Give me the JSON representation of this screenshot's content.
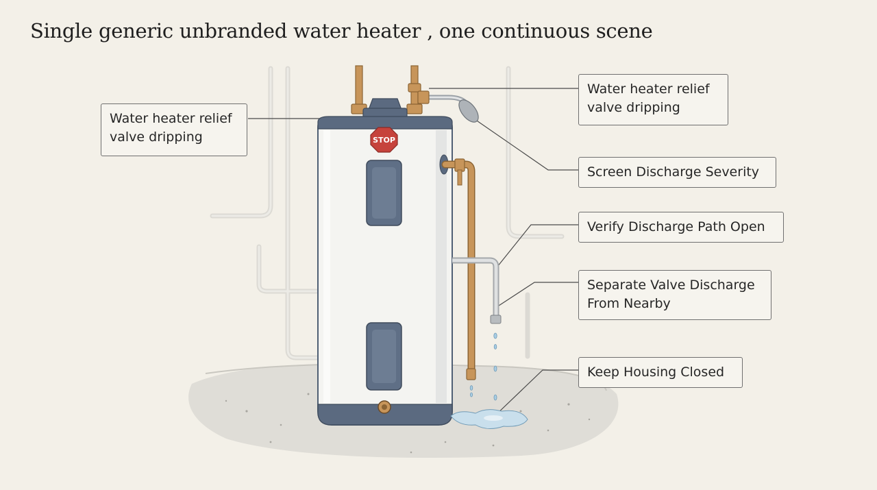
{
  "title": "Single generic unbranded water heater , one continuous scene",
  "heater": {
    "stop_sign": "STOP"
  },
  "callouts": [
    {
      "lines": [
        "Water heater relief",
        "valve dripping"
      ]
    },
    {
      "lines": [
        "Water heater relief",
        "valve dripping"
      ]
    },
    {
      "lines": [
        "Screen Discharge Severity"
      ]
    },
    {
      "lines": [
        "Verify Discharge Path Open"
      ]
    },
    {
      "lines": [
        "Separate Valve Discharge",
        "From Nearby"
      ]
    },
    {
      "lines": [
        "Keep Housing Closed"
      ]
    }
  ],
  "colors": {
    "background": "#f3f0e8",
    "tank_body": "#f4f4f1",
    "tank_trim": "#5b6a80",
    "element_cover": "#5f6f86",
    "copper": "#c7955a",
    "stop_sign": "#c6433c",
    "water": "#a9cde3"
  }
}
